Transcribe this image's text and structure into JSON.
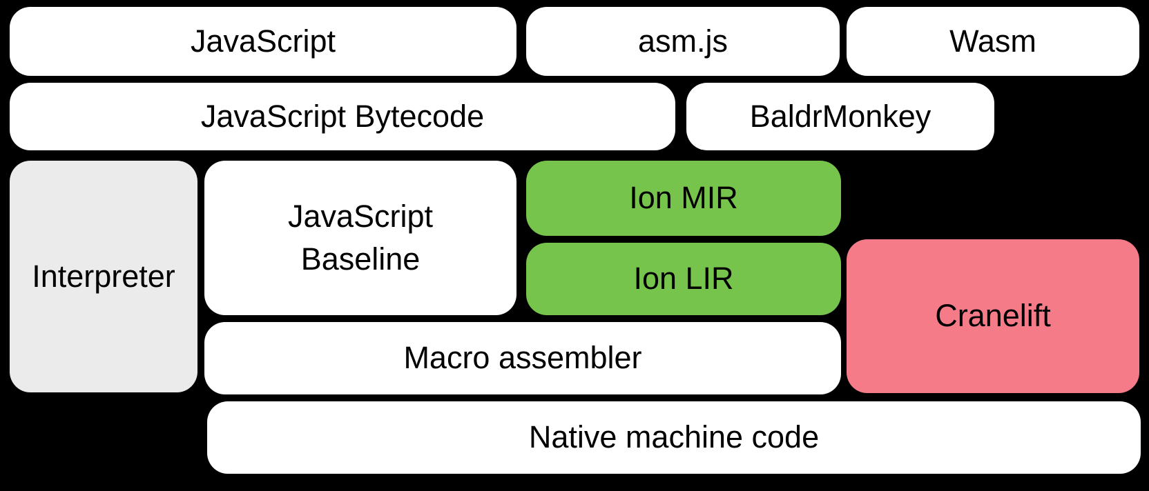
{
  "diagram": {
    "boxes": {
      "javascript": {
        "label": "JavaScript"
      },
      "asmjs": {
        "label": "asm.js"
      },
      "wasm": {
        "label": "Wasm"
      },
      "bytecode": {
        "label": "JavaScript Bytecode"
      },
      "baldrmonkey": {
        "label": "BaldrMonkey"
      },
      "interpreter": {
        "label": "Interpreter"
      },
      "baseline": {
        "label": "JavaScript Baseline"
      },
      "ion_mir": {
        "label": "Ion MIR"
      },
      "ion_lir": {
        "label": "Ion LIR"
      },
      "cranelift": {
        "label": "Cranelift"
      },
      "macro_assembler": {
        "label": "Macro assembler"
      },
      "native_machine_code": {
        "label": "Native machine code"
      }
    },
    "colors": {
      "background": "#000000",
      "box_white": "#FFFFFF",
      "box_gray": "#EBEBEB",
      "box_green": "#77C44C",
      "box_pink": "#F67B89",
      "text": "#000000"
    }
  }
}
